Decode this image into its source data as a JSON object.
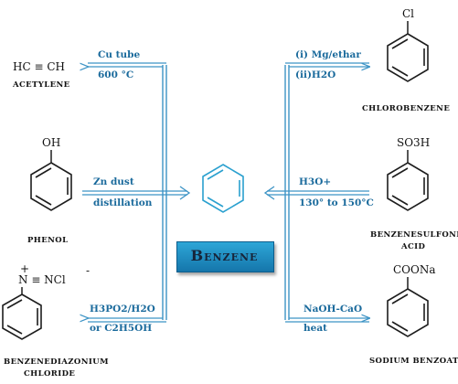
{
  "title": "Benzene",
  "compounds": {
    "acetylene": {
      "formula": "HC ≡ CH",
      "name": "ACETYLENE"
    },
    "phenol": {
      "substituent": "OH",
      "name": "PHENOL"
    },
    "diazonium": {
      "substituent": "N ≡ NCl",
      "charge_plus": "+",
      "charge_minus": "-",
      "name_line1": "BENZENEDIAZONIUM",
      "name_line2": "CHLORIDE"
    },
    "chlorobenzene": {
      "substituent": "Cl",
      "name": "CHLOROBENZENE"
    },
    "benzenesulfonic": {
      "substituent": "SO3H",
      "name_line1": "BENZENESULFONIC",
      "name_line2": "ACID"
    },
    "sodium_benzoate": {
      "substituent": "COONa",
      "name": "SODIUM BENZOATE"
    }
  },
  "conditions": {
    "acetylene_1": "Cu tube",
    "acetylene_2": "600 °C",
    "phenol_1": "Zn dust",
    "phenol_2": "distillation",
    "diazonium_1": "H3PO2/H2O",
    "diazonium_2": "or C2H5OH",
    "chloro_1": "(i) Mg/ethar",
    "chloro_2": "(ii)H2O",
    "sulfonic_1": "H3O+",
    "sulfonic_2": "130° to 150°C",
    "benzoate_1": "NaOH-CaO",
    "benzoate_2": "heat"
  },
  "colors": {
    "accent": "#3c93c5",
    "condition_text": "#1a6a9c",
    "banner": "#1f8cc0",
    "benzene_ring": "#2aa0cf"
  }
}
